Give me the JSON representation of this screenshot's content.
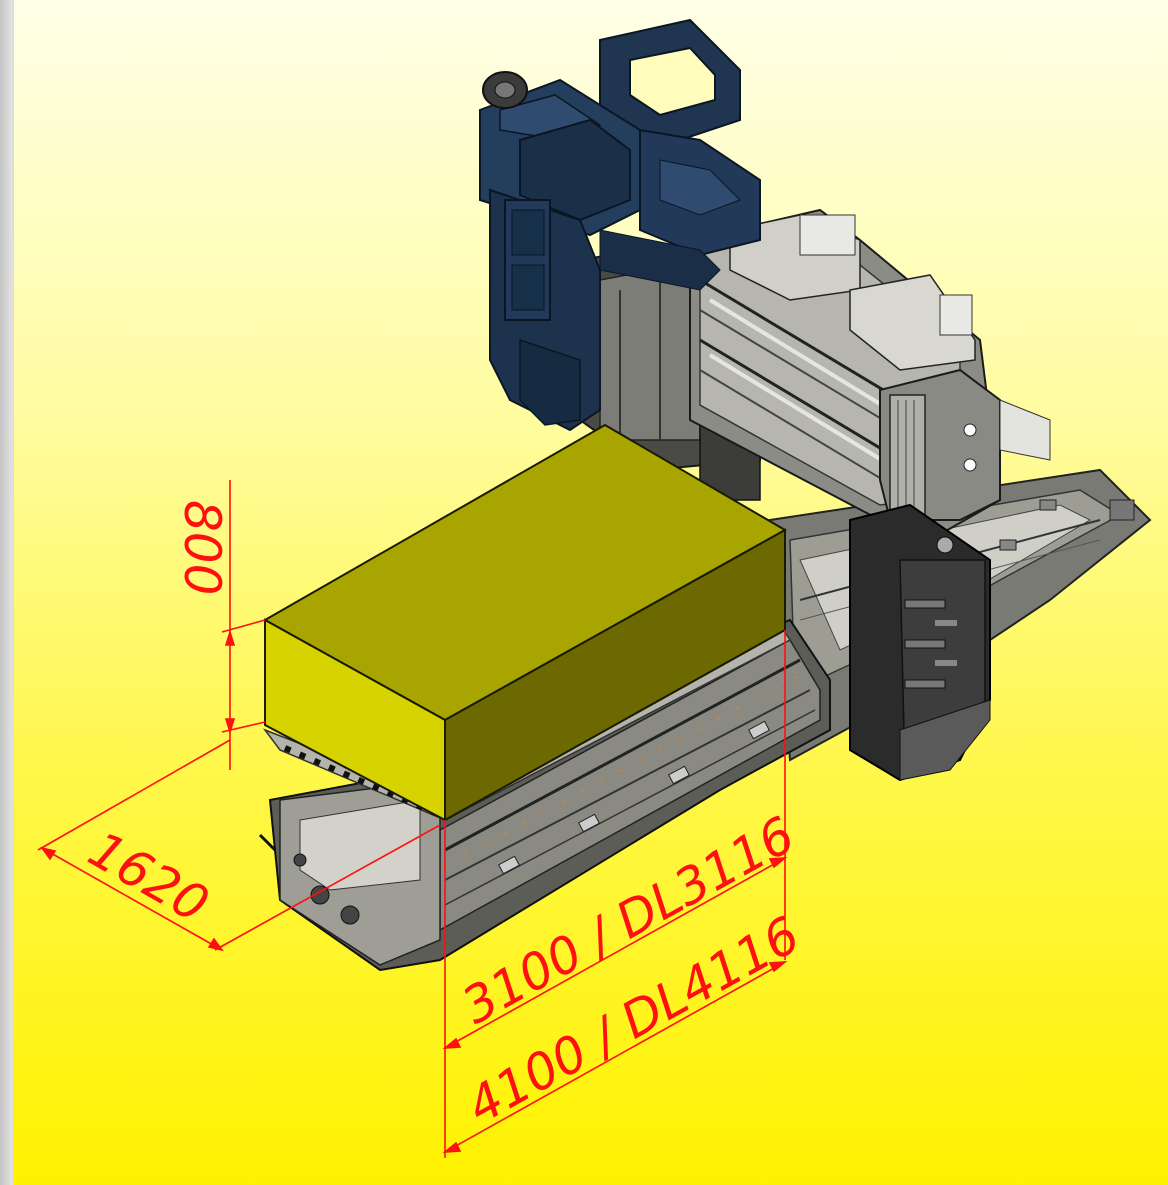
{
  "dimensions": {
    "height": "800",
    "width": "1620",
    "length_short": "3100 / DL3116",
    "length_long": "4100 / DL4116"
  },
  "colors": {
    "background_top": "#ffffe8",
    "background_bottom": "#fff200",
    "dimension_lines": "#ff1010",
    "workpiece": "#b0ad00",
    "column": "#1f3550",
    "machine_grey": "#5a5a5a"
  }
}
